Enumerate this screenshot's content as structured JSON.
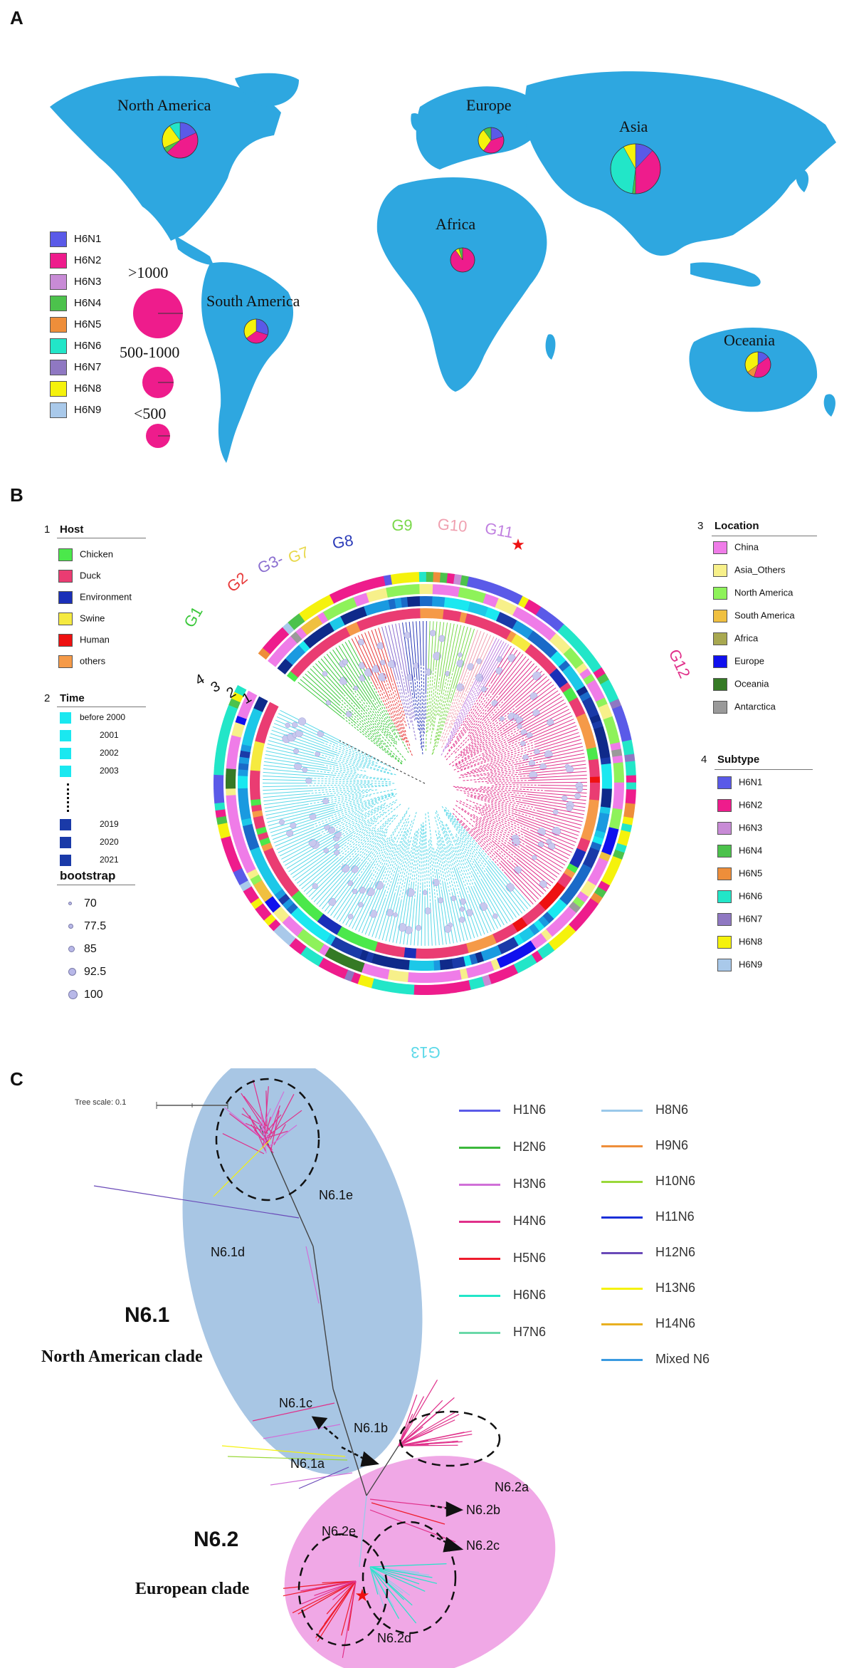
{
  "panels": {
    "A": {
      "letter": "A"
    },
    "B": {
      "letter": "B"
    },
    "C": {
      "letter": "C"
    }
  },
  "mapA": {
    "map_color": "#2ea7e0",
    "regions": [
      "North America",
      "Europe",
      "Asia",
      "Africa",
      "South America",
      "Oceania"
    ],
    "legend": [
      {
        "label": "H6N1",
        "color": "#5a5ae8"
      },
      {
        "label": "H6N2",
        "color": "#ee1c8c"
      },
      {
        "label": "H6N3",
        "color": "#c88bd6"
      },
      {
        "label": "H6N4",
        "color": "#4cc24c"
      },
      {
        "label": "H6N5",
        "color": "#ee8e3a"
      },
      {
        "label": "H6N6",
        "color": "#22e6c8"
      },
      {
        "label": "H6N7",
        "color": "#8f78c2"
      },
      {
        "label": "H6N8",
        "color": "#f5f20c"
      },
      {
        "label": "H6N9",
        "color": "#a9c9ea"
      }
    ],
    "size_legend": [
      ">1000",
      "500-1000",
      "<500"
    ]
  },
  "treeB": {
    "host": {
      "num": "1",
      "title": "Host",
      "items": [
        {
          "label": "Chicken",
          "color": "#4be84b"
        },
        {
          "label": "Duck",
          "color": "#ea3c72"
        },
        {
          "label": "Environment",
          "color": "#1a2fb8"
        },
        {
          "label": "Swine",
          "color": "#f5ea40"
        },
        {
          "label": "Human",
          "color": "#ee1111"
        },
        {
          "label": "others",
          "color": "#f59a48"
        }
      ]
    },
    "time": {
      "num": "2",
      "title": "Time",
      "items": [
        {
          "label": "before 2000",
          "color": "#1ae8f0"
        },
        {
          "label": "2001",
          "color": "#1ae8f0"
        },
        {
          "label": "2002",
          "color": "#1ae8f0"
        },
        {
          "label": "2003",
          "color": "#1ae8f0"
        },
        {
          "label": "2019",
          "color": "#1a3aa8"
        },
        {
          "label": "2020",
          "color": "#1a3aa8"
        },
        {
          "label": "2021",
          "color": "#1a3aa8"
        }
      ]
    },
    "bootstrap": {
      "title": "bootstrap",
      "values": [
        "70",
        "77.5",
        "85",
        "92.5",
        "100"
      ]
    },
    "location": {
      "num": "3",
      "title": "Location",
      "items": [
        {
          "label": "China",
          "color": "#ef7ce8"
        },
        {
          "label": "Asia_Others",
          "color": "#f7f08a"
        },
        {
          "label": "North America",
          "color": "#8ef25a"
        },
        {
          "label": "South America",
          "color": "#f0c040"
        },
        {
          "label": "Africa",
          "color": "#a8a850"
        },
        {
          "label": "Europe",
          "color": "#1010ee"
        },
        {
          "label": "Oceania",
          "color": "#357a25"
        },
        {
          "label": "Antarctica",
          "color": "#9a9a9a"
        }
      ]
    },
    "subtype": {
      "num": "4",
      "title": "Subtype",
      "items": [
        {
          "label": "H6N1",
          "color": "#5a5ae8"
        },
        {
          "label": "H6N2",
          "color": "#ee1c8c"
        },
        {
          "label": "H6N3",
          "color": "#c88bd6"
        },
        {
          "label": "H6N4",
          "color": "#4cc24c"
        },
        {
          "label": "H6N5",
          "color": "#ee8e3a"
        },
        {
          "label": "H6N6",
          "color": "#22e6c8"
        },
        {
          "label": "H6N7",
          "color": "#8f78c2"
        },
        {
          "label": "H6N8",
          "color": "#f5f20c"
        },
        {
          "label": "H6N9",
          "color": "#a9c9ea"
        }
      ]
    },
    "clades": [
      {
        "label": "G1",
        "color": "#3cc83c"
      },
      {
        "label": "G2",
        "color": "#e83a3a"
      },
      {
        "label": "G3-",
        "color": "#8b6fd0"
      },
      {
        "label": "G7",
        "color": "#e8d84a"
      },
      {
        "label": "G8",
        "color": "#2a3ab8"
      },
      {
        "label": "G9",
        "color": "#7ad84a"
      },
      {
        "label": "G10",
        "color": "#f0a0b0"
      },
      {
        "label": "G11",
        "color": "#c080e0"
      },
      {
        "label": "G12",
        "color": "#e0308a"
      },
      {
        "label": "G13",
        "color": "#5ad8e8"
      }
    ],
    "ring_numbers": [
      "4",
      "3",
      "2",
      "1"
    ],
    "star": "★"
  },
  "treeC": {
    "tree_scale": "Tree scale: 0.1",
    "legend_left": [
      {
        "label": "H1N6",
        "color": "#5a5ae8"
      },
      {
        "label": "H2N6",
        "color": "#3cb83c"
      },
      {
        "label": "H3N6",
        "color": "#d070d8"
      },
      {
        "label": "H4N6",
        "color": "#e0308a"
      },
      {
        "label": "H5N6",
        "color": "#ee1c2c"
      },
      {
        "label": "H6N6",
        "color": "#22e6c8"
      },
      {
        "label": "H7N6",
        "color": "#6ad8a8"
      }
    ],
    "legend_right": [
      {
        "label": "H8N6",
        "color": "#9ac8ea"
      },
      {
        "label": "H9N6",
        "color": "#ee8e3a"
      },
      {
        "label": "H10N6",
        "color": "#9ad83a"
      },
      {
        "label": "H11N6",
        "color": "#1a2fd8"
      },
      {
        "label": "H12N6",
        "color": "#6a4ab8"
      },
      {
        "label": "H13N6",
        "color": "#f5f20c"
      },
      {
        "label": "H14N6",
        "color": "#e8b020"
      },
      {
        "label": "Mixed N6",
        "color": "#3a9ae0"
      }
    ],
    "subclades": [
      "N6.1e",
      "N6.1d",
      "N6.1c",
      "N6.1b",
      "N6.1a",
      "N6.2a",
      "N6.2b",
      "N6.2c",
      "N6.2e",
      "N6.2d"
    ],
    "clade1_name": "N6.1",
    "clade1_desc": "North American clade",
    "clade2_name": "N6.2",
    "clade2_desc": "European clade",
    "clade1_color": "#a8c6e4",
    "clade2_color": "#f0a8e6"
  }
}
